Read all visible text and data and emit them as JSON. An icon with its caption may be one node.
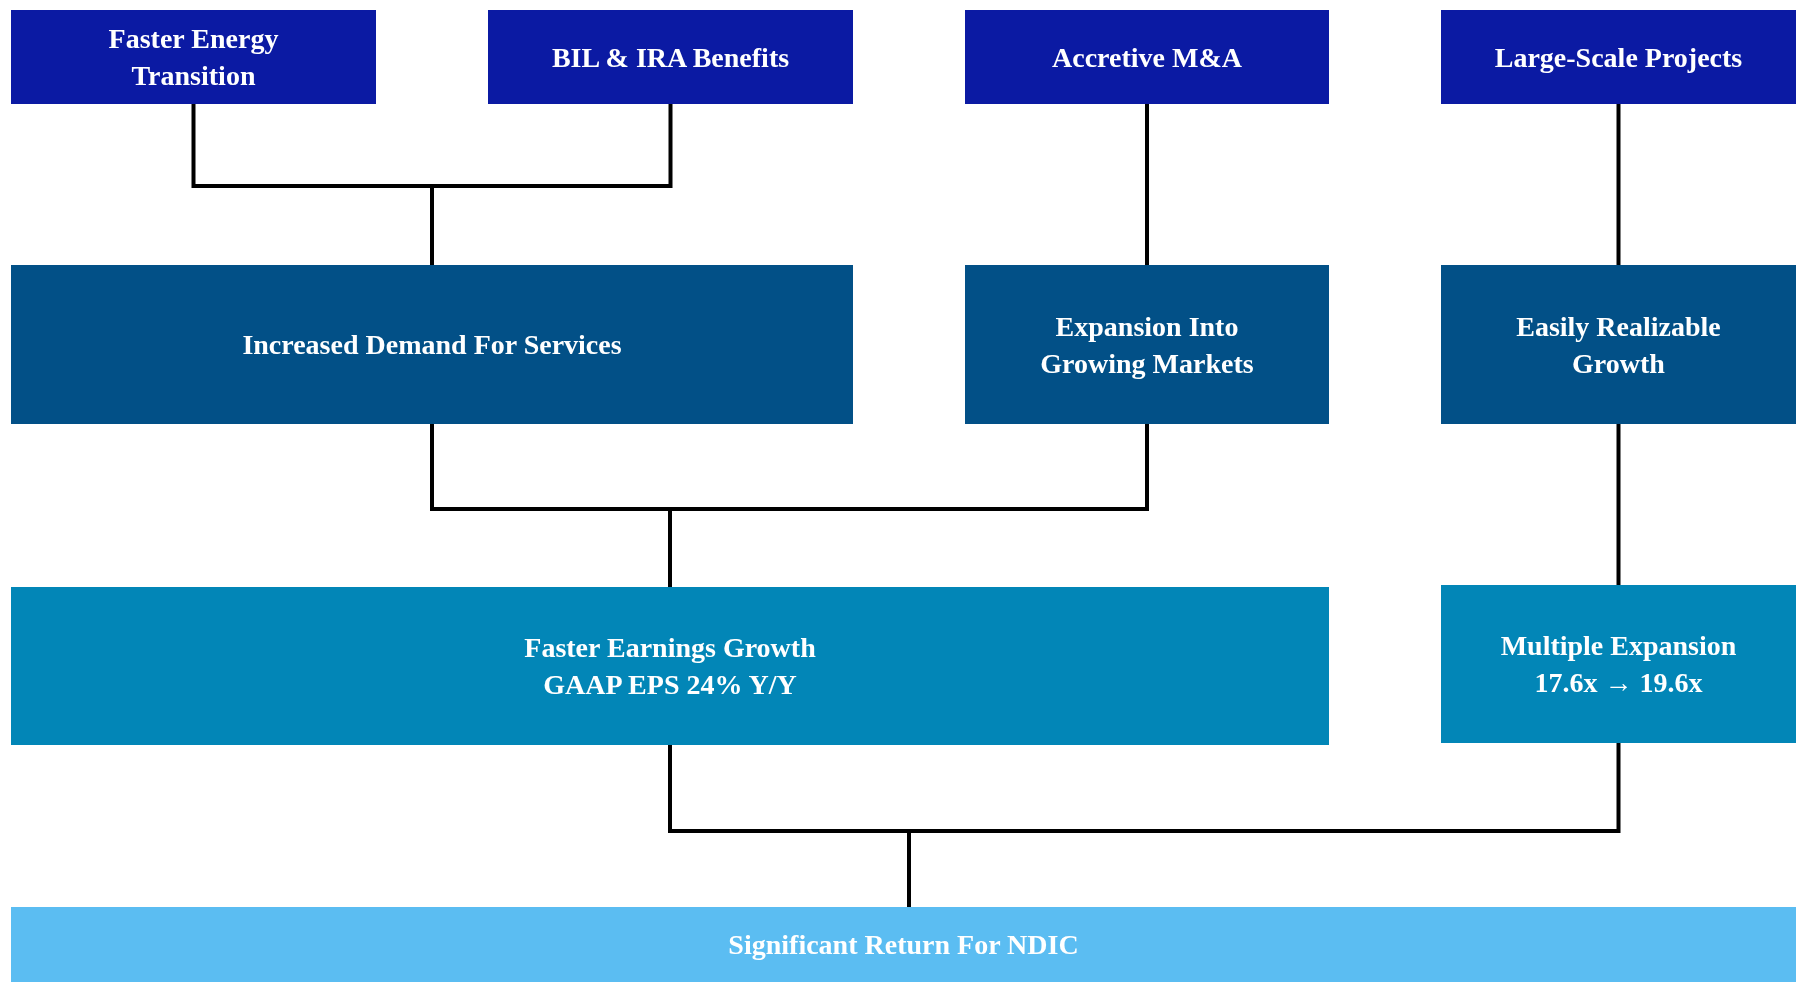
{
  "diagram": {
    "nodes": [
      {
        "text": [
          "Faster Energy Transition"
        ]
      },
      {
        "text": [
          "BIL & IRA Benefits"
        ]
      },
      {
        "text": [
          "Accretive M&A"
        ]
      },
      {
        "text": [
          "Large-Scale Projects"
        ]
      },
      {
        "text": [
          "Increased Demand For Services"
        ]
      },
      {
        "text": [
          "Expansion Into Growing Markets"
        ]
      },
      {
        "text": [
          "Easily Realizable Growth"
        ]
      },
      {
        "text": [
          "Faster Earnings Growth",
          "GAAP EPS 24% Y/Y"
        ]
      },
      {
        "text": [
          "Multiple Expansion",
          "17.6x → 19.6x"
        ]
      },
      {
        "text": [
          "Significant Return For NDIC"
        ]
      }
    ],
    "edges": [
      {
        "from": 0,
        "to": 4,
        "arrow": "none"
      },
      {
        "from": 1,
        "to": 4,
        "arrow": "none"
      },
      {
        "from": 2,
        "to": 5,
        "arrow": "none"
      },
      {
        "from": 3,
        "to": 6,
        "arrow": "none"
      },
      {
        "from": 4,
        "to": 7,
        "arrow": "none"
      },
      {
        "from": 5,
        "to": 7,
        "arrow": "none"
      },
      {
        "from": 6,
        "to": 8,
        "arrow": "none"
      },
      {
        "from": 7,
        "to": 9,
        "arrow": "none"
      },
      {
        "from": 8,
        "to": 9,
        "arrow": "none"
      }
    ]
  }
}
